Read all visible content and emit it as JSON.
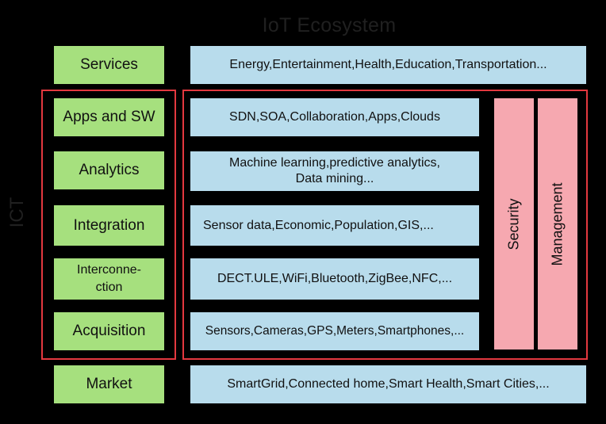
{
  "title": "IoT Ecosystem",
  "side_label": "ICT",
  "layers": {
    "services": {
      "label": "Services",
      "detail": "Energy,Entertainment,Health,Education,Transportation..."
    },
    "apps": {
      "label": "Apps and SW",
      "detail": "SDN,SOA,Collaboration,Apps,Clouds"
    },
    "analytics": {
      "label": "Analytics",
      "detail": "Machine learning,predictive analytics, Data mining..."
    },
    "integration": {
      "label": "Integration",
      "detail": "Sensor data,Economic,Population,GIS,..."
    },
    "interconnection": {
      "label": "Interconne-\nction",
      "detail": "DECT.ULE,WiFi,Bluetooth,ZigBee,NFC,..."
    },
    "acquisition": {
      "label": "Acquisition",
      "detail": "Sensors,Cameras,GPS,Meters,Smartphones,..."
    },
    "market": {
      "label": "Market",
      "detail": "SmartGrid,Connected home,Smart Health,Smart Cities,..."
    }
  },
  "verticals": {
    "security": "Security",
    "management": "Management"
  },
  "colors": {
    "layer_green": "#a6e07e",
    "detail_blue": "#b8dcec",
    "vertical_pink": "#f6a8b0",
    "frame_red": "#e3383f",
    "background": "#000000"
  }
}
